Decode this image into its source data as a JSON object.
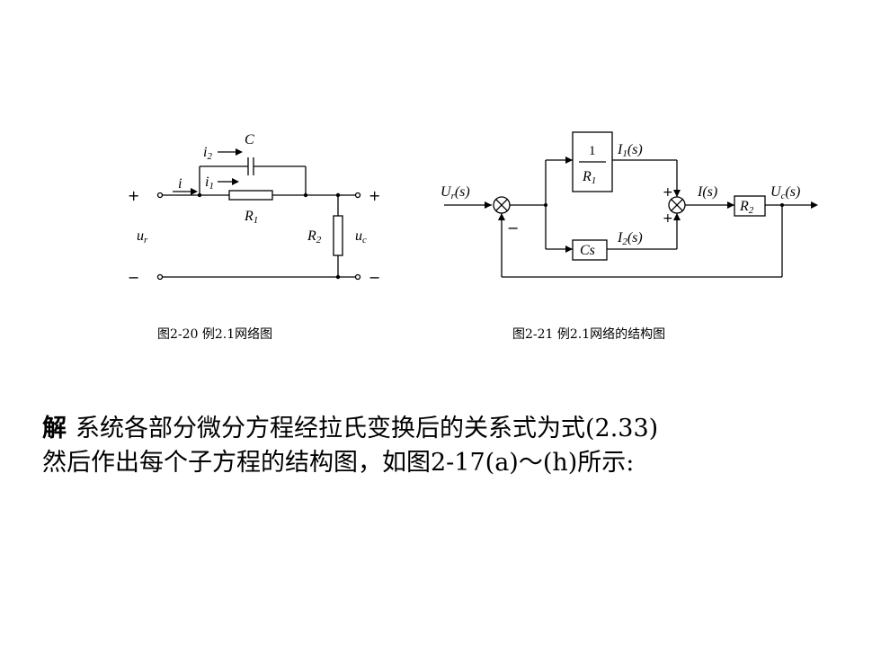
{
  "fig20": {
    "caption": "图2-20  例2.1网络图",
    "labels": {
      "C": "C",
      "i2": "i",
      "i2sub": "2",
      "i1": "i",
      "i1sub": "1",
      "i": "i",
      "R1": "R",
      "R1sub": "1",
      "R2": "R",
      "R2sub": "2",
      "ur": "u",
      "ursub": "r",
      "uc": "u",
      "ucsub": "c",
      "plus": "+",
      "minus": "−"
    }
  },
  "fig21": {
    "caption": "图2-21  例2.1网络的结构图",
    "labels": {
      "Ur": "U",
      "Ursub": "r",
      "Ur_arg": "(s)",
      "one": "1",
      "R1": "R",
      "R1sub": "1",
      "I1": "I",
      "I1sub": "1",
      "I1_arg": "(s)",
      "Is": "I(s)",
      "R2": "R",
      "R2sub": "2",
      "Uc": "U",
      "Ucsub": "c",
      "Uc_arg": "(s)",
      "Cs": "Cs",
      "I2": "I",
      "I2sub": "2",
      "I2_arg": "(s)",
      "plus": "+",
      "minus": "−"
    }
  },
  "text": {
    "lead": "解",
    "line1": "系统各部分微分方程经拉氏变换后的关系式为式(2.33)",
    "line2": "然后作出每个子方程的结构图，如图2-17(a)～(h)所示:"
  }
}
